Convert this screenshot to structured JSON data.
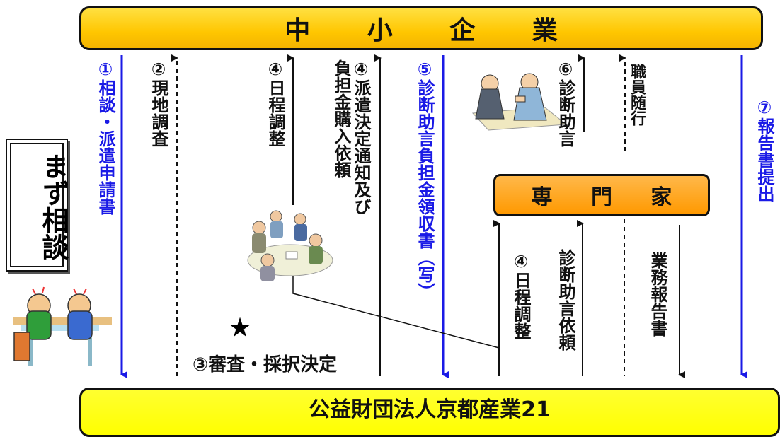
{
  "top_bar": {
    "label": "中 小 企 業"
  },
  "bottom_bar": {
    "label": "公益財団法人京都産業21"
  },
  "expert_box": {
    "label": "専 門 家"
  },
  "start_box": {
    "label": "まず相談"
  },
  "steps": {
    "s1": "①相談・派遣申請書",
    "s2": "②現地調査",
    "s4a": "④日程調整",
    "s4b_line1": "④派遣決定通知及び",
    "s4b_line2": "負担金購入依頼",
    "s5": "⑤診断助言負担金領収書（写）",
    "s6": "⑥診断助言",
    "staff": "職員随行",
    "s7": "⑦報告書提出",
    "s4c": "④日程調整",
    "request": "診断助言依頼",
    "report": "業務報告書"
  },
  "review": {
    "star": "★",
    "label": "③審査・採択決定"
  },
  "colors": {
    "top_bar": "#ffc600",
    "bottom_bar": "#ffff00",
    "expert_box": "#ff9900",
    "blue_arrow": "#1a1ae6",
    "black_arrow": "#111111"
  },
  "icons": [
    "consulting-people-icon",
    "meeting-table-icon",
    "handshake-meeting-icon"
  ]
}
